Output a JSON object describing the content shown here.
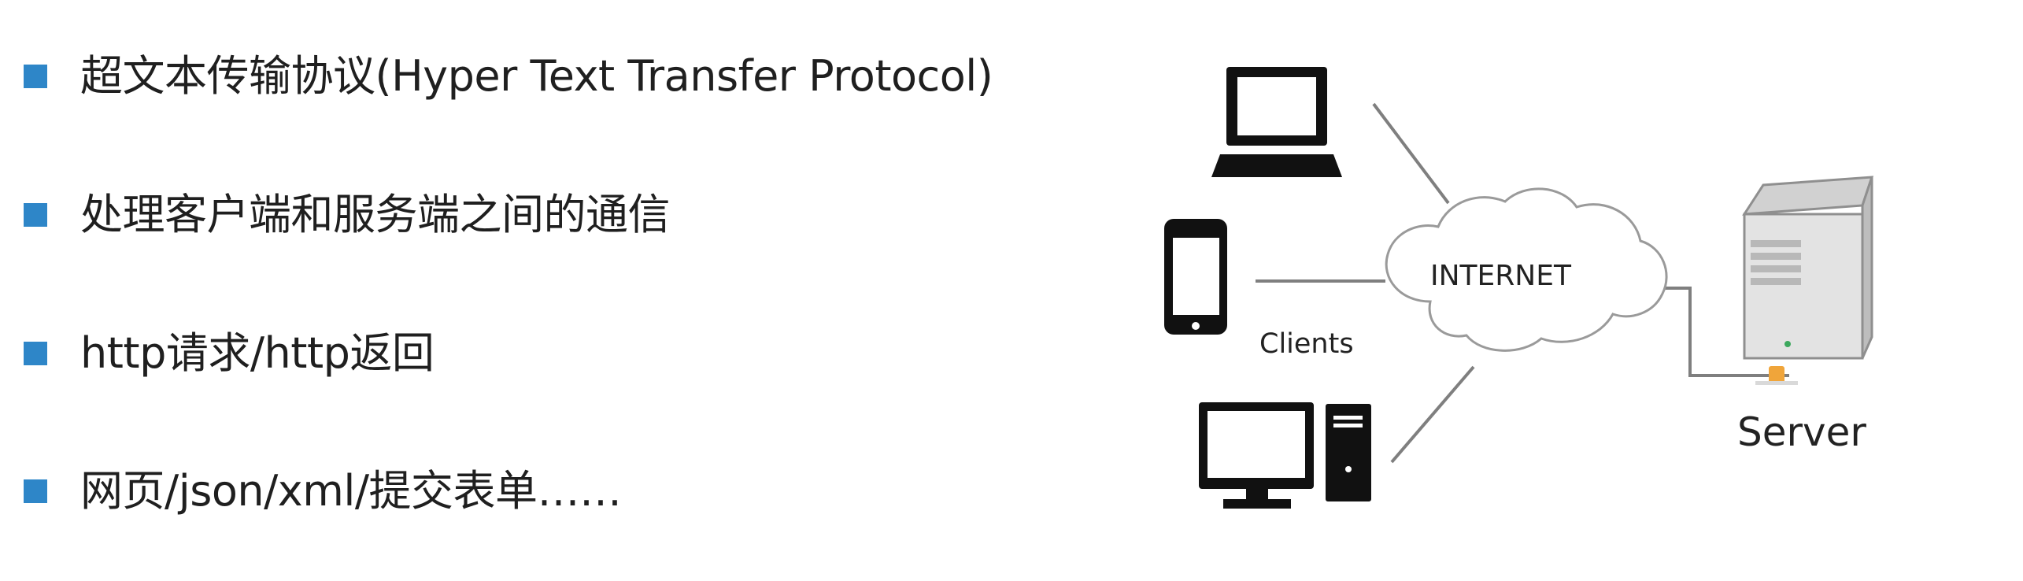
{
  "bullets": [
    {
      "text": "超文本传输协议(Hyper Text Transfer Protocol)"
    },
    {
      "text": "处理客户端和服务端之间的通信"
    },
    {
      "text": "http请求/http返回"
    },
    {
      "text": "网页/json/xml/提交表单……"
    }
  ],
  "diagram": {
    "internet_label": "INTERNET",
    "clients_label": "Clients",
    "server_label": "Server"
  },
  "colors": {
    "bullet": "#2e86c8",
    "line": "#7f7f7f",
    "device": "#111111",
    "server": "#e3e3e3",
    "connector": "#f0a53a"
  },
  "icons": [
    "laptop-icon",
    "phone-icon",
    "desktop-icon",
    "tower-icon",
    "cloud-icon",
    "server-icon"
  ]
}
